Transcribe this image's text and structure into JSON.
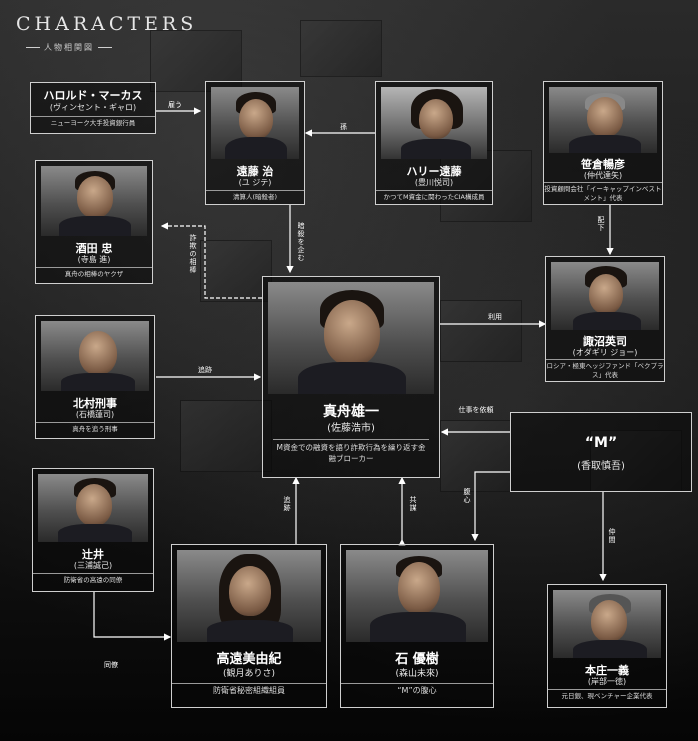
{
  "header": {
    "title": "CHARACTERS",
    "subtitle": "人物相関図"
  },
  "characters": {
    "harold": {
      "name": "ハロルド・マーカス",
      "actor": "(ヴィンセント・ギャロ)",
      "desc": "ニューヨーク大手投資銀行員"
    },
    "endo": {
      "name": "遠藤 治",
      "actor": "(ユ ジテ)",
      "desc": "清算人(暗殺者)"
    },
    "harry": {
      "name": "ハリー遠藤",
      "actor": "(豊川悦司)",
      "desc": "かつてM資金に関わったCIA構成員"
    },
    "sasakura": {
      "name": "笹倉暢彦",
      "actor": "(仲代達矢)",
      "desc": "投資顧問会社「イーキャップインベストメント」代表"
    },
    "sakata": {
      "name": "酒田 忠",
      "actor": "(寺島 進)",
      "desc": "真舟の相棒のヤクザ"
    },
    "mafune": {
      "name": "真舟雄一",
      "actor": "(佐藤浩市)",
      "desc": "M資金での融資を語り詐欺行為を繰り返す金融ブローカー"
    },
    "sunuma": {
      "name": "諏沼英司",
      "actor": "(オダギリ ジョー)",
      "desc": "ロシア・極東ヘッジファンド「ベクプラス」代表"
    },
    "kitamura": {
      "name": "北村刑事",
      "actor": "(石橋蓮司)",
      "desc": "真舟を追う刑事"
    },
    "m": {
      "name": "“M”",
      "actor": "(香取慎吾)"
    },
    "tsujii": {
      "name": "辻井",
      "actor": "(三浦誠己)",
      "desc": "防衛省の高遠の同僚"
    },
    "takato": {
      "name": "高遠美由紀",
      "actor": "(観月ありさ)",
      "desc": "防衛省秘密組織組員"
    },
    "ishi": {
      "name": "石 優樹",
      "actor": "(森山未來)",
      "desc": "“M”の腹心"
    },
    "honjo": {
      "name": "本庄一義",
      "actor": "(岸部一徳)",
      "desc": "元日銀、現ベンチャー企業代表"
    }
  },
  "relations": {
    "yatou": "雇う",
    "mago": "孫",
    "ansatsu": "暗殺を企む",
    "shakkin": "詐欺の相棒",
    "haika": "配下",
    "riyou": "利用",
    "tsuiseki": "追跡",
    "irai": "仕事を依頼",
    "fukushin": "腹心",
    "nakama": "仲間",
    "tsuiseki2": "追跡",
    "kyoubou": "共謀",
    "douryou": "同僚"
  }
}
